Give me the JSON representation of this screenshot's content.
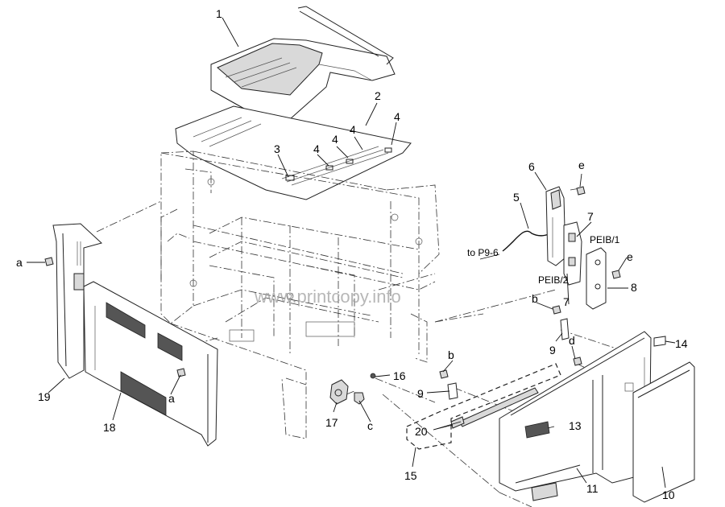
{
  "labels": {
    "l1": "1",
    "l2": "2",
    "l3": "3",
    "l4a": "4",
    "l4b": "4",
    "l4c": "4",
    "l4d": "4",
    "l5": "5",
    "l6": "6",
    "l7a": "7",
    "l7b": "7",
    "l8": "8",
    "l9a": "9",
    "l9b": "9",
    "l10": "10",
    "l11": "11",
    "l13": "13",
    "l14": "14",
    "l15": "15",
    "l16": "16",
    "l17": "17",
    "l18": "18",
    "l19": "19",
    "l20": "20",
    "la1": "a",
    "la2": "a",
    "lb1": "b",
    "lb2": "b",
    "lc": "c",
    "ld": "d",
    "le1": "e",
    "le2": "e",
    "peib1": "PEIB/1",
    "peib2": "PEIB/2",
    "topref": "to P9-6"
  },
  "watermark": "www.printcopy.info",
  "icons": [
    "screw-icon",
    "connector-icon",
    "board-icon"
  ]
}
